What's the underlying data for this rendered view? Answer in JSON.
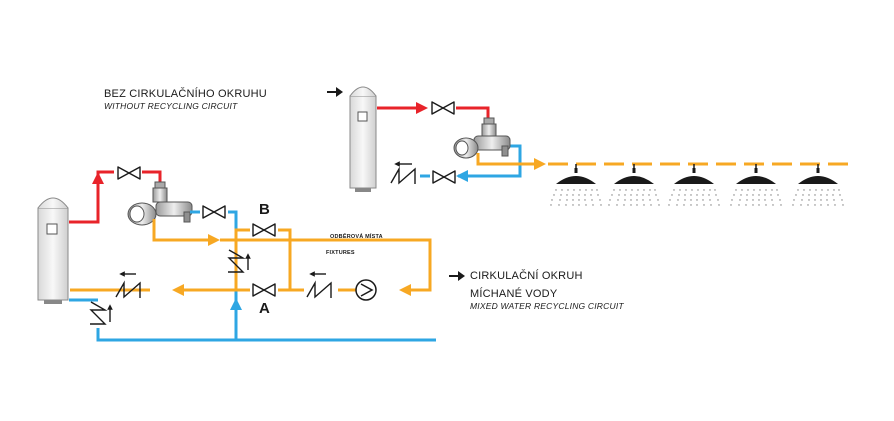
{
  "labels": {
    "no_circ_cz": "BEZ CIRKULAČNÍHO OKRUHU",
    "no_circ_en": "WITHOUT RECYCLING CIRCUIT",
    "circ_cz_1": "CIRKULAČNÍ OKRUH",
    "circ_cz_2": "MÍCHANÉ VODY",
    "circ_en": "MIXED WATER RECYCLING CIRCUIT",
    "draw_points_cz": "ODBĚROVÁ MÍSTA",
    "fixtures_en": "FIXTURES",
    "valve_a": "A",
    "valve_b": "B"
  },
  "colors": {
    "hot": "#e8232a",
    "cold": "#2ea6e3",
    "mixed": "#f7a823",
    "ink": "#1a1a1a",
    "tank_body": "#f2f2f2"
  },
  "icons": {
    "pointer": "arrow-right-icon",
    "valve": "gate-valve-icon",
    "check_valve": "check-valve-icon",
    "pump": "circulation-pump-icon",
    "mixer": "thermostatic-mixer-icon",
    "tank": "water-heater-icon",
    "shower": "shower-head-icon"
  }
}
